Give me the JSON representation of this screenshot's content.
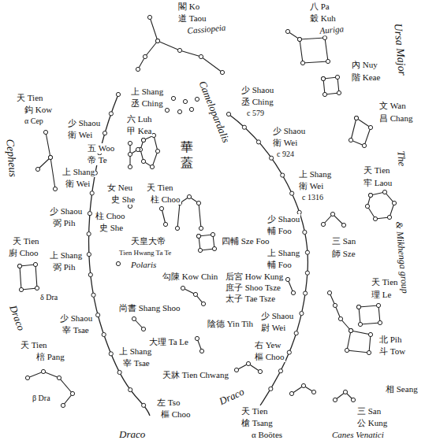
{
  "diagram": {
    "labels": [
      "閣 Ko",
      "道 Taou",
      "Cassiopeia",
      "八 Pa",
      "穀 Kuh",
      "Auriga",
      "內 Nuy",
      "階 Keae",
      "文 Wan",
      "昌 Chang",
      "Ursa Major",
      "The",
      "& Mikhenga group",
      "天 Tien",
      "牢 Laou",
      "三 San",
      "師 Sze",
      "天 Tien",
      "理 Le",
      "北 Pih",
      "斗 Tow",
      "相 Seang",
      "三 San",
      "公 Kung",
      "Canes Venatici",
      "少 Shaou",
      "丞 Ching",
      "c 579",
      "少 Shaou",
      "衛 Wei",
      "c 924",
      "上 Shang",
      "衛 Wei",
      "c 1316",
      "少 Shaou",
      "輔 Foo",
      "上 Shang",
      "輔 Foo",
      "少 Shaou",
      "尉 Wei",
      "右 Yew",
      "樞 Choo",
      "Draco",
      "天 Tien",
      "槍 Tsang",
      "α Boötes",
      "上 Shang",
      "丞 Ching",
      "天 Tien",
      "鈎 Kow",
      "α Cep",
      "Cepheus",
      "少 Shaou",
      "衛 Wei",
      "上 Shang",
      "衛 Wei",
      "少 Shaou",
      "弼 Pih",
      "天 Tien",
      "廚 Choo",
      "上 Shang",
      "弼 Pih",
      "Draco",
      "δ Dra",
      "少 Shaou",
      "宰 Tsae",
      "上 Shang",
      "宰 Tsae",
      "天 Tien",
      "棓 Pang",
      "β Dra",
      "左 Tso",
      "樞 Choo",
      "Draco",
      "六 Luh",
      "甲 Kea",
      "五 Woo",
      "帝 Te",
      "華",
      "蓋",
      "Camelopardalis",
      "天 Tien",
      "柱 Choo",
      "女 Neu",
      "史 She",
      "柱 Choo",
      "史 She",
      "天皇大帝",
      "Tien Hwang Ta Te",
      "Polaris",
      "四輔 Sze Foo",
      "勾陳 Kow Chin",
      "后宮 How Kung",
      "庶子 Shoo Tsze",
      "太子 Tae Tsze",
      "尚書 Shang Shoo",
      "大理 Ta Le",
      "陰德 Yin Tih",
      "天牀 Tien Chwang"
    ]
  }
}
